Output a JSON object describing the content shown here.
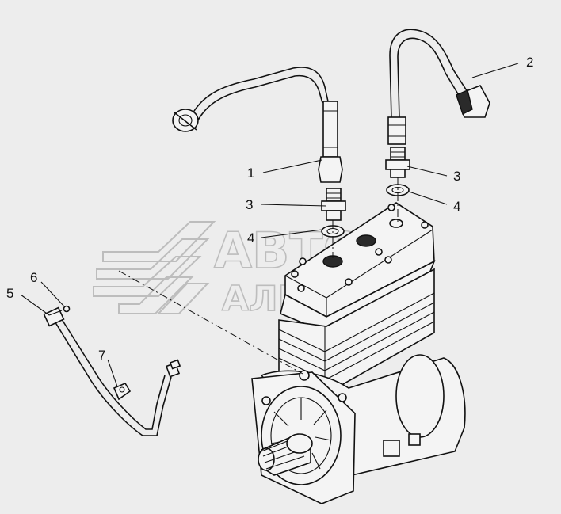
{
  "diagram": {
    "callouts": [
      {
        "id": "c1",
        "label": "1"
      },
      {
        "id": "c2",
        "label": "2"
      },
      {
        "id": "c3a",
        "label": "3"
      },
      {
        "id": "c3b",
        "label": "3"
      },
      {
        "id": "c4a",
        "label": "4"
      },
      {
        "id": "c4b",
        "label": "4"
      },
      {
        "id": "c5",
        "label": "5"
      },
      {
        "id": "c6",
        "label": "6"
      },
      {
        "id": "c7",
        "label": "7"
      }
    ],
    "watermark": {
      "line1": "АВТО",
      "line2": "АЛЬЯНС"
    },
    "colors": {
      "background": "#ededed",
      "ink": "#111111",
      "watermark": "#bdbdbd"
    }
  }
}
